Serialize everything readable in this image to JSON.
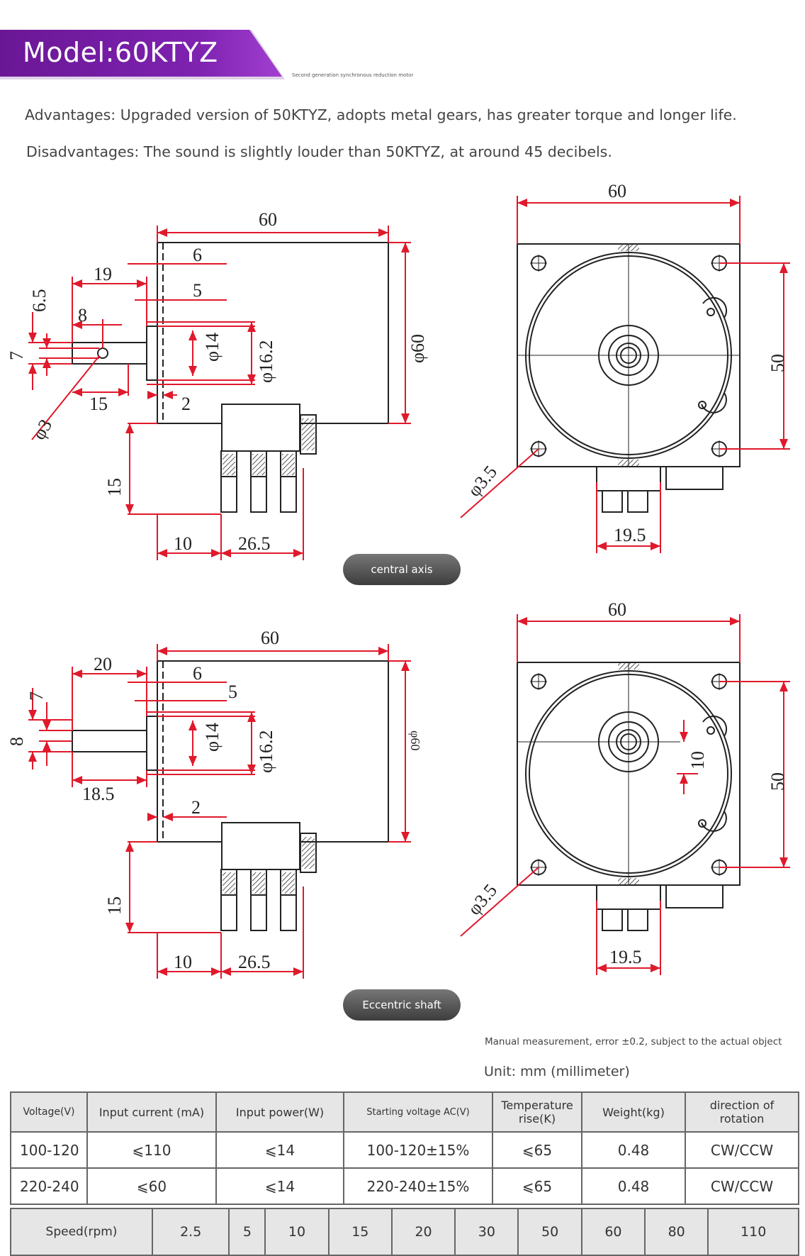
{
  "header": {
    "title": "Model:60KTYZ",
    "subtitle": "Second generation synchronous reduction motor"
  },
  "advantages": "Advantages: Upgraded version of 50KTYZ, adopts metal gears, has greater torque and longer life.",
  "disadvantages": "Disadvantages: The sound is slightly louder than 50KTYZ, at around 45 decibels.",
  "drawing": {
    "labels": {
      "central_axis": "central axis",
      "eccentric_shaft": "Eccentric shaft"
    },
    "dims_top": {
      "d60_top": "60",
      "d6": "6",
      "d5": "5",
      "d19": "19",
      "d65": "6.5",
      "d8": "8",
      "d7": "7",
      "phi3": "φ3",
      "d15": "15",
      "d2": "2",
      "phi14": "φ14",
      "phi162": "φ16.2",
      "phi60": "φ60",
      "d15_low": "15",
      "d10": "10",
      "d265": "26.5",
      "r60": "60",
      "r50": "50",
      "r35": "φ3.5",
      "r195": "19.5"
    },
    "dims_bottom": {
      "d60_top": "60",
      "d6": "6",
      "d5": "5",
      "d20": "20",
      "d7": "7",
      "d8": "8",
      "d185": "18.5",
      "d2": "2",
      "phi14": "φ14",
      "phi162": "φ16.2",
      "phi60": "φ60",
      "d15_low": "15",
      "d10": "10",
      "d265": "26.5",
      "r60": "60",
      "r50": "50",
      "r10": "10",
      "r35": "φ3.5",
      "r195": "19.5"
    }
  },
  "note": "Manual measurement, error ±0.2, subject to the actual object",
  "unit": "Unit: mm (millimeter)",
  "specs": {
    "headers": [
      "Voltage(V)",
      "Input current (mA)",
      "Input power(W)",
      "Starting voltage AC(V)",
      "Temperature rise(K)",
      "Weight(kg)",
      "direction of rotation"
    ],
    "rows": [
      [
        "100-120",
        "⩽110",
        "⩽14",
        "100-120±15%",
        "⩽65",
        "0.48",
        "CW/CCW"
      ],
      [
        "220-240",
        "⩽60",
        "⩽14",
        "220-240±15%",
        "⩽65",
        "0.48",
        "CW/CCW"
      ]
    ]
  },
  "speed": {
    "label": "Speed(rpm)",
    "values": [
      "2.5",
      "5",
      "10",
      "15",
      "20",
      "30",
      "50",
      "60",
      "80",
      "110"
    ]
  },
  "colors": {
    "header_purple": "#6e1a9e",
    "dimension_red": "#e0192b"
  }
}
